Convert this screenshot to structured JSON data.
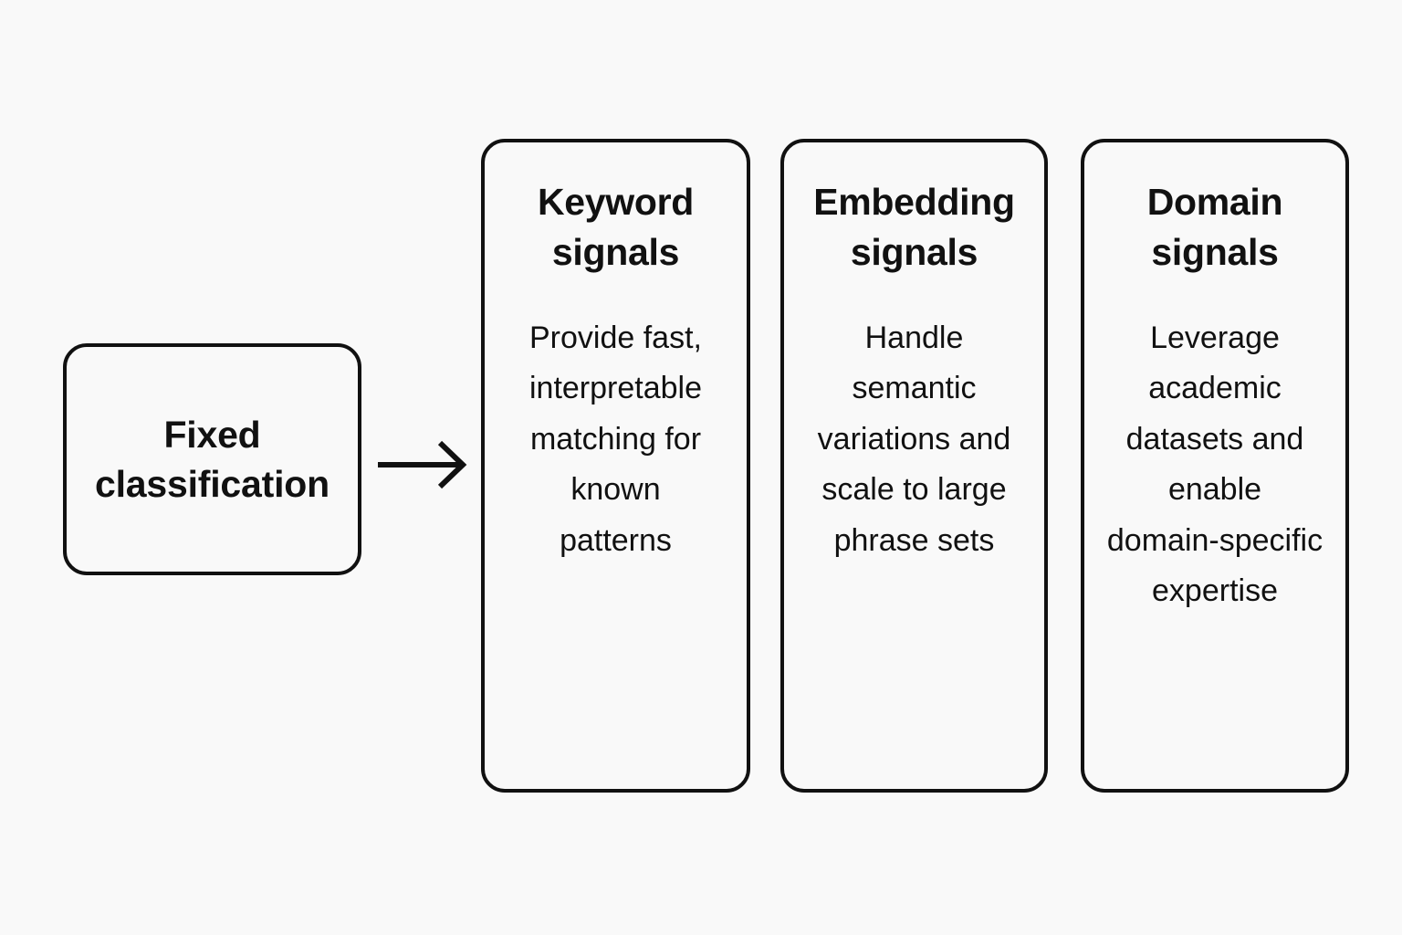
{
  "diagram": {
    "type": "flow",
    "background_color": "#f9f9f9",
    "stroke_color": "#111111",
    "text_color": "#111111",
    "source": {
      "label": "Fixed\nclassification"
    },
    "connector": {
      "kind": "arrow-right",
      "from": "Fixed classification",
      "to": "Keyword signals"
    },
    "cards": [
      {
        "title": "Keyword\nsignals",
        "body": "Provide fast,\ninterpretable\nmatching for\nknown\npatterns"
      },
      {
        "title": "Embedding\nsignals",
        "body": "Handle\nsemantic\nvariations and\nscale to large\nphrase sets"
      },
      {
        "title": "Domain\nsignals",
        "body": "Leverage\nacademic\ndatasets and\nenable\ndomain-specific\nexpertise"
      }
    ]
  }
}
